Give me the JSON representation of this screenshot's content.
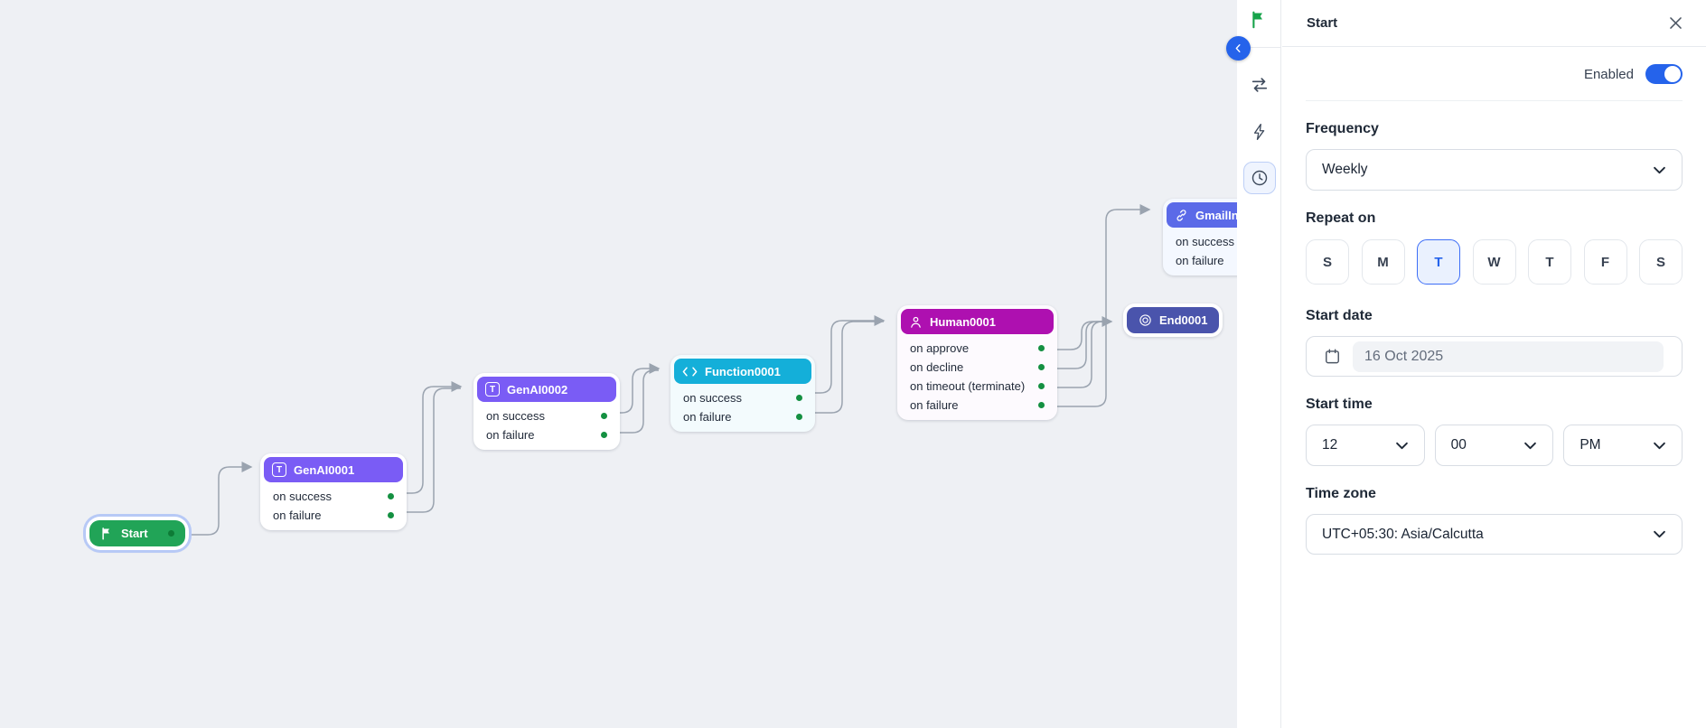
{
  "canvas": {
    "genai_icon_letter": "T",
    "nodes": [
      {
        "name": "Start"
      },
      {
        "name": "GenAI0001",
        "ports": [
          "on success",
          "on failure"
        ]
      },
      {
        "name": "GenAI0002",
        "ports": [
          "on success",
          "on failure"
        ]
      },
      {
        "name": "Function0001",
        "ports": [
          "on success",
          "on failure"
        ]
      },
      {
        "name": "Human0001",
        "ports": [
          "on approve",
          "on decline",
          "on timeout (terminate)",
          "on failure"
        ]
      },
      {
        "name": "GmailInt",
        "ports": [
          "on success",
          "on failure"
        ]
      },
      {
        "name": "End0001"
      }
    ]
  },
  "toolbar": {
    "icons": [
      "flag-icon",
      "swap-icon",
      "lightning-icon",
      "clock-icon"
    ],
    "active_tool": "clock-icon"
  },
  "panel": {
    "title": "Start",
    "enabled_label": "Enabled",
    "enabled": true,
    "frequency": {
      "label": "Frequency",
      "value": "Weekly"
    },
    "repeat_on": {
      "label": "Repeat on",
      "days": [
        "S",
        "M",
        "T",
        "W",
        "T",
        "F",
        "S"
      ],
      "selected_index": 2
    },
    "start_date": {
      "label": "Start date",
      "value": "16 Oct 2025"
    },
    "start_time": {
      "label": "Start time",
      "hour": "12",
      "minute": "00",
      "meridiem": "PM"
    },
    "time_zone": {
      "label": "Time zone",
      "value": "UTC+05:30: Asia/Calcutta"
    }
  },
  "colors": {
    "canvas_bg": "#EEF0F4",
    "accent_blue": "#2563EB",
    "start_green": "#21A457",
    "genai_purple": "#7A5CF5",
    "function_cyan": "#14AFD9",
    "human_magenta": "#AE10B0",
    "gmail_indigo": "#5B6AE8",
    "end_indigo": "#4A54AC",
    "port_dot_green": "#149041",
    "edge_gray": "#9AA3AF"
  }
}
